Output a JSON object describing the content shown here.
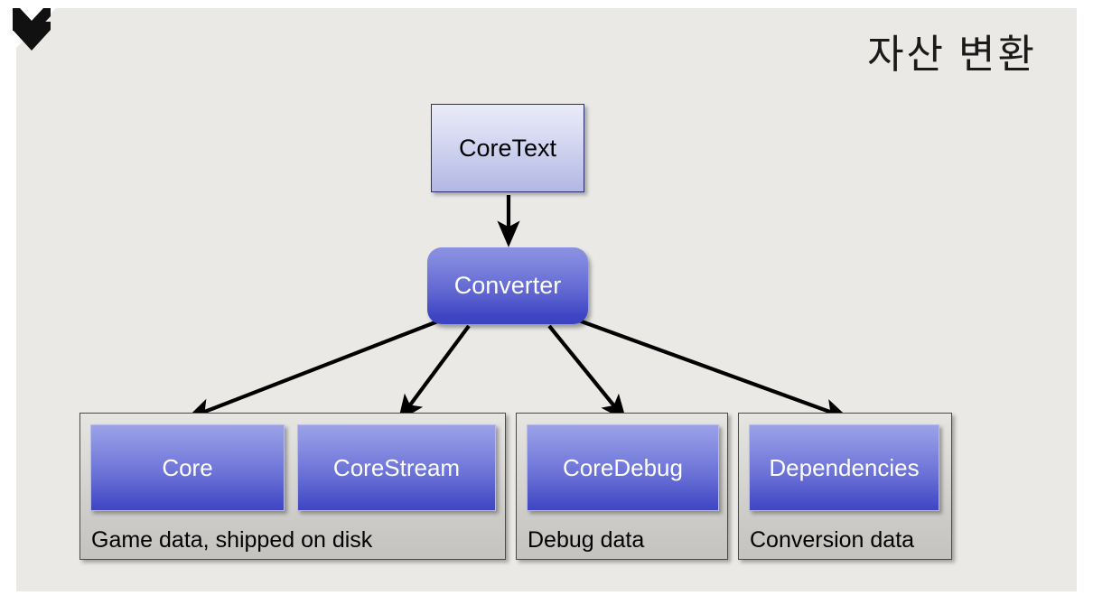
{
  "slide": {
    "title": "자산 변환",
    "logo_icon": "chevron-shield-logo-icon",
    "background_color": "#eae9e5",
    "accent_color": "#3f46c4"
  },
  "diagram": {
    "type": "flowchart",
    "nodes": {
      "source": {
        "label": "CoreText"
      },
      "processor": {
        "label": "Converter"
      }
    },
    "groups": [
      {
        "caption": "Game data, shipped on disk",
        "items": [
          {
            "label": "Core"
          },
          {
            "label": "CoreStream"
          }
        ]
      },
      {
        "caption": "Debug data",
        "items": [
          {
            "label": "CoreDebug"
          }
        ]
      },
      {
        "caption": "Conversion data",
        "items": [
          {
            "label": "Dependencies"
          }
        ]
      }
    ],
    "edges": [
      {
        "from": "CoreText",
        "to": "Converter"
      },
      {
        "from": "Converter",
        "to": "Core"
      },
      {
        "from": "Converter",
        "to": "CoreStream"
      },
      {
        "from": "Converter",
        "to": "CoreDebug"
      },
      {
        "from": "Converter",
        "to": "Dependencies"
      }
    ]
  }
}
